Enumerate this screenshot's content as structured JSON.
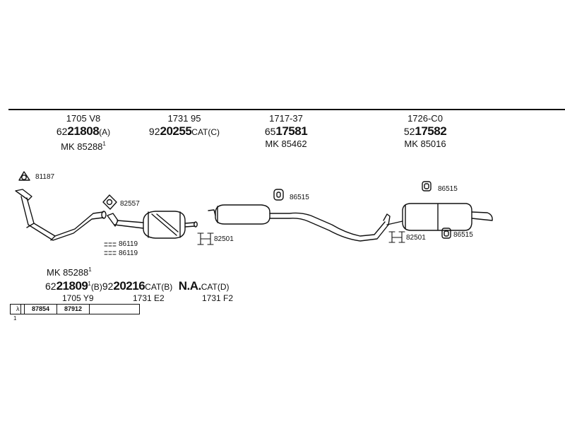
{
  "top_parts": [
    {
      "code": "1705 V8",
      "prefix": "62",
      "number": "21808",
      "suffix": "(A)",
      "mk": "MK  85288",
      "mk_sup": "1"
    },
    {
      "code": "1731 95",
      "prefix": "92",
      "number": "20255",
      "suffix": "CAT(C)"
    },
    {
      "code": "1717-37",
      "prefix": "65",
      "number": "17581",
      "suffix": "",
      "mk": "MK  85462"
    },
    {
      "code": "1726-C0",
      "prefix": "52",
      "number": "17582",
      "suffix": "",
      "mk": "MK  85016"
    }
  ],
  "fittings": {
    "f81187": "81187",
    "f82557": "82557",
    "f86119a": "86119",
    "f86119b": "86119",
    "f86515a": "86515",
    "f82501a": "82501",
    "f86515b": "86515",
    "f82501b": "82501",
    "f86515c": "86515"
  },
  "bottom": {
    "mk": "MK  85288",
    "mk_sup": "1",
    "p1_prefix": "62",
    "p1_number": "21809",
    "p1_sup": "1",
    "p1_suffix": "(B)",
    "p2_prefix": "92",
    "p2_number": "20216",
    "p2_suffix": "CAT(B)",
    "p3_number": "N.A.",
    "p3_suffix": "CAT(D)",
    "code1": "1705 Y9",
    "code2": "1731 E2",
    "code3": "1731 F2"
  },
  "table": {
    "lambda": "λ",
    "lambda_sup": "1",
    "c1": "87854",
    "c2": "87912",
    "c3": ""
  }
}
